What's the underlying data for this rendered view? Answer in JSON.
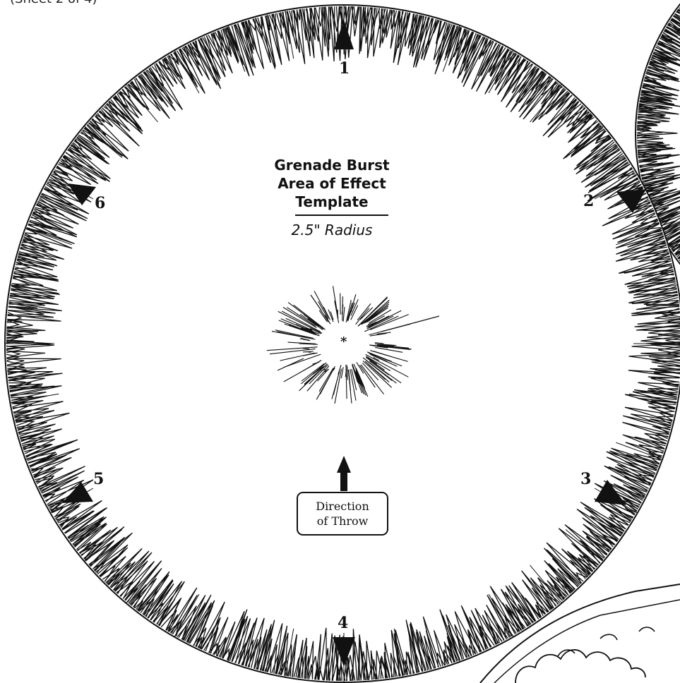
{
  "sheet_note": "(Sheet 2 of 4)",
  "template": {
    "title_line1": "Grenade Burst",
    "title_line2": "Area of Effect",
    "title_line3": "Template",
    "radius_label": "2.5\" Radius",
    "center_mark": "*"
  },
  "directions": {
    "d1": "1",
    "d2": "2",
    "d3": "3",
    "d4": "4",
    "d5": "5",
    "d6": "6"
  },
  "throw_label": {
    "line1": "Direction",
    "line2": "of Throw"
  },
  "colors": {
    "ink": "#111111",
    "paper": "#ffffff"
  }
}
